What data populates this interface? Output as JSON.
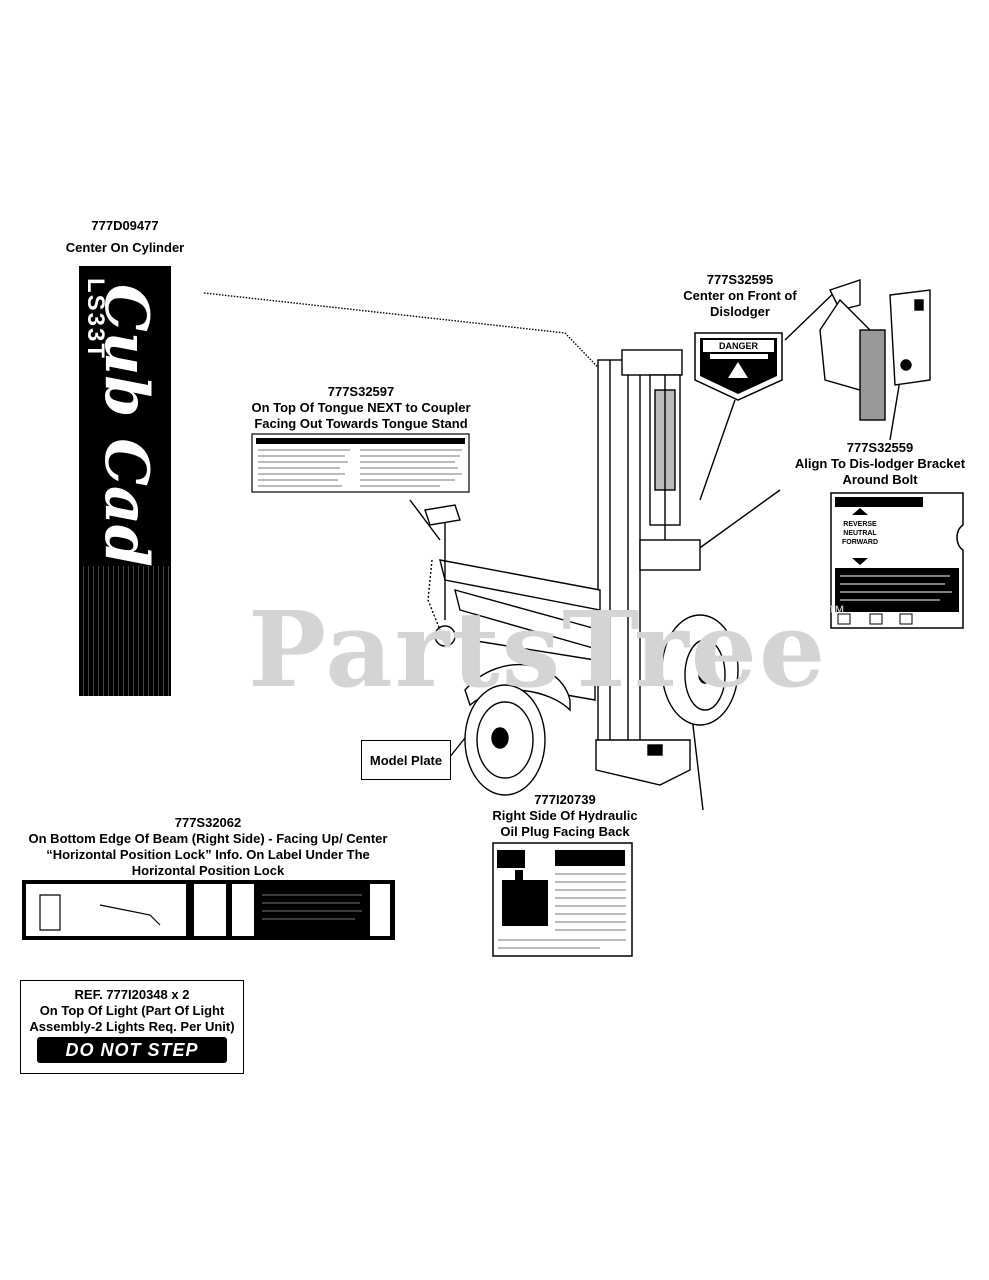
{
  "watermark": {
    "text": "PartsTree",
    "tm": "™"
  },
  "decals": {
    "cylinder": {
      "part": "777D09477",
      "desc": "Center On Cylinder",
      "brand": "Cub Cadet",
      "model": "LS33T"
    },
    "tongue": {
      "part": "777S32597",
      "line1": "On Top Of Tongue NEXT to Coupler",
      "line2": "Facing Out Towards Tongue Stand"
    },
    "dislodger": {
      "part": "777S32595",
      "line1": "Center on Front of",
      "line2": "Dislodger",
      "sign": "DANGER"
    },
    "bracket": {
      "part": "777S32559",
      "line1": "Align To Dis-lodger Bracket",
      "line2": "Around Bolt",
      "dir1": "REVERSE",
      "dir2": "NEUTRAL",
      "dir3": "FORWARD"
    },
    "beam": {
      "part": "777S32062",
      "line1": "On Bottom Edge Of Beam (Right Side) - Facing Up/ Center",
      "line2": "“Horizontal Position Lock” Info. On Label Under The",
      "line3": "Horizontal Position Lock"
    },
    "hydraulic": {
      "part": "777I20739",
      "line1": "Right Side Of Hydraulic",
      "line2": "Oil Plug Facing Back"
    },
    "model_plate": {
      "label": "Model Plate"
    },
    "light": {
      "ref": "REF. 777I20348 x 2",
      "line1": "On Top Of Light (Part Of Light",
      "line2": "Assembly-2 Lights Req. Per Unit)",
      "sign": "DO NOT STEP"
    }
  }
}
